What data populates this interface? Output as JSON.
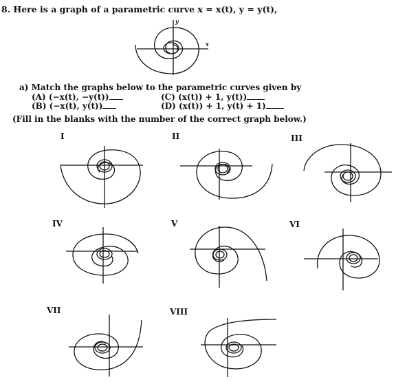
{
  "problem": {
    "title": "8.  Here is a graph of a parametric curve x = x(t), y = y(t),",
    "axis_x": "x",
    "axis_y": "y",
    "part_a": "a)  Match the graphs below to the parametric curves given by",
    "options": [
      {
        "text": "(A) (−x(t), −y(t))"
      },
      {
        "text": "(B) (−x(t), y(t))"
      },
      {
        "text": "(C) (x(t)) + 1, y(t))"
      },
      {
        "text": "(D) (x(t)) + 1, y(t) + 1)"
      }
    ],
    "fill_instruction": "(Fill in the blanks with the number of the correct graph below.)"
  },
  "graphs": [
    {
      "label": "I"
    },
    {
      "label": "II"
    },
    {
      "label": "III"
    },
    {
      "label": "IV"
    },
    {
      "label": "V"
    },
    {
      "label": "VI"
    },
    {
      "label": "VII"
    },
    {
      "label": "VIII"
    }
  ]
}
